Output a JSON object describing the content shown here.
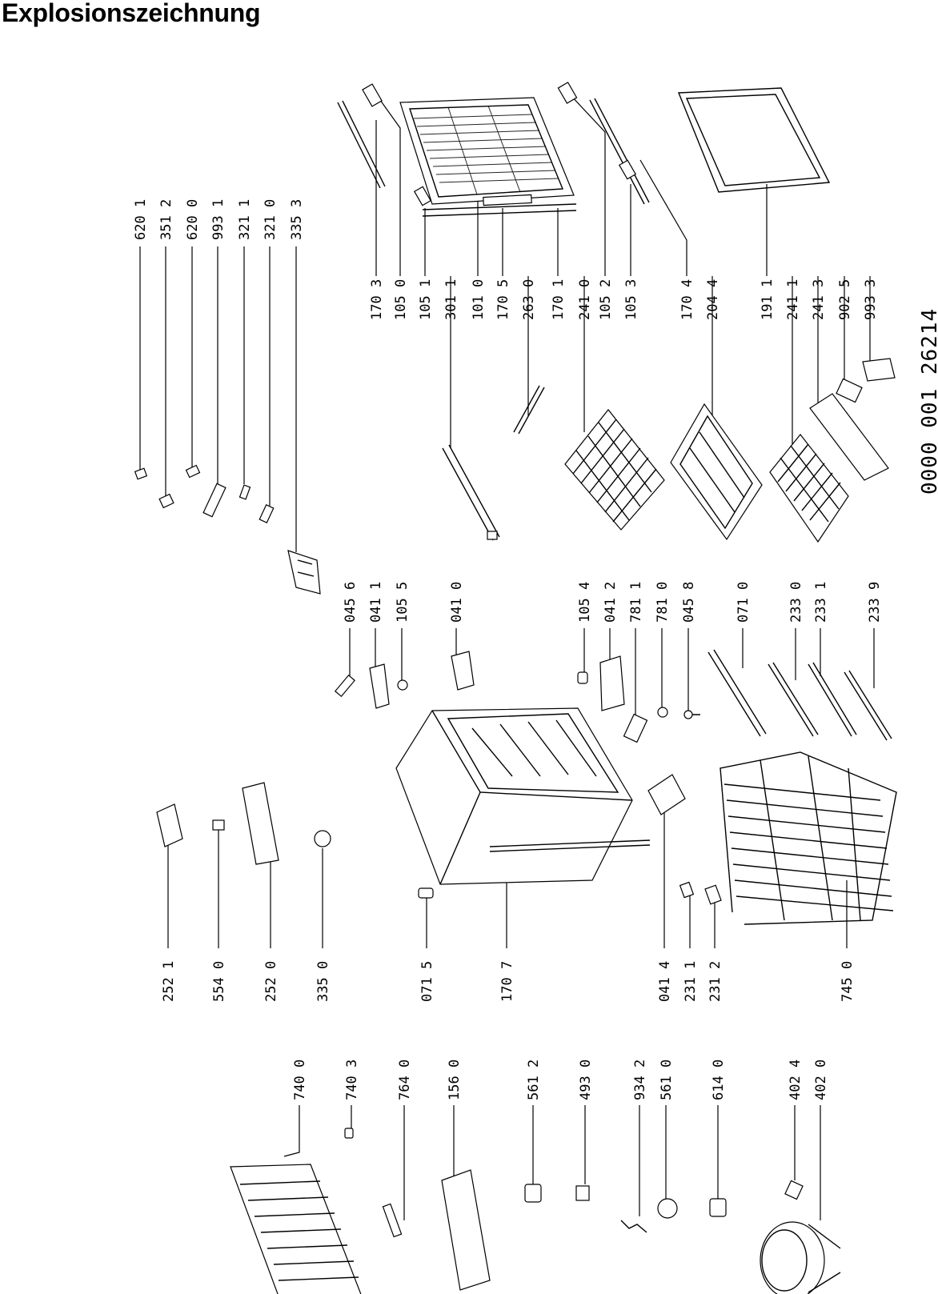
{
  "title": "Explosionszeichnung",
  "document_number": "0000 001 26214",
  "part_labels": [
    "620 1",
    "351 2",
    "620 0",
    "993 1",
    "321 1",
    "321 0",
    "335 3",
    "170 3",
    "105 0",
    "105 1",
    "301 1",
    "101 0",
    "170 5",
    "263 0",
    "170 1",
    "241 0",
    "105 2",
    "105 3",
    "170 4",
    "204 4",
    "191 1",
    "241 1",
    "241 3",
    "902 5",
    "993 3",
    "045 6",
    "041 1",
    "105 5",
    "041 0",
    "105 4",
    "041 2",
    "781 1",
    "781 0",
    "045 8",
    "071 0",
    "233 0",
    "233 1",
    "233 9",
    "252 1",
    "554 0",
    "252 0",
    "335 0",
    "071 5",
    "170 7",
    "041 4",
    "231 1",
    "231 2",
    "745 0",
    "740 0",
    "740 3",
    "764 0",
    "156 0",
    "561 2",
    "493 0",
    "934 2",
    "561 0",
    "614 0",
    "402 4",
    "402 0"
  ]
}
